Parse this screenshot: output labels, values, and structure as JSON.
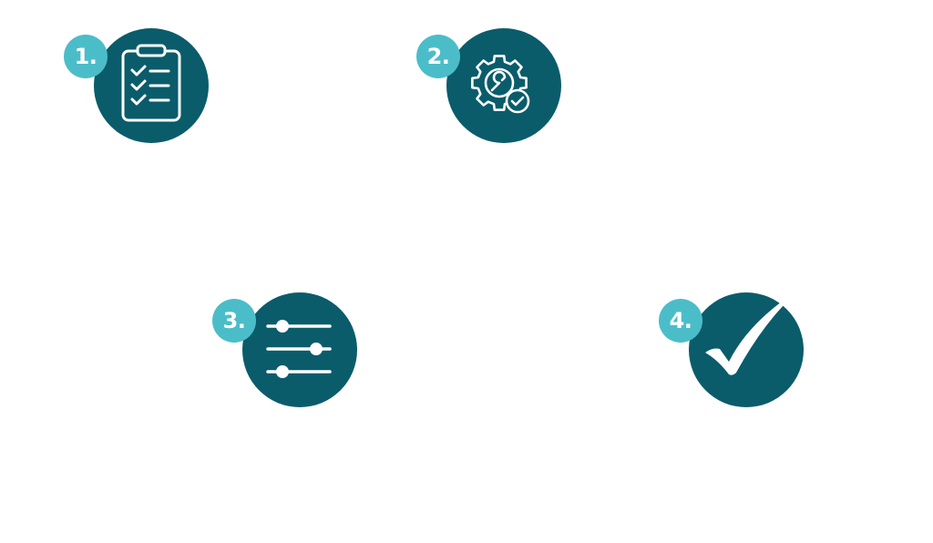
{
  "colors": {
    "circle": "#0a5c6b",
    "badge": "#4bbdc9",
    "icon": "#ffffff"
  },
  "steps": [
    {
      "number": "1.",
      "icon": "clipboard-checklist-icon"
    },
    {
      "number": "2.",
      "icon": "gear-wrench-check-icon"
    },
    {
      "number": "3.",
      "icon": "sliders-icon"
    },
    {
      "number": "4.",
      "icon": "checkmark-icon"
    }
  ]
}
